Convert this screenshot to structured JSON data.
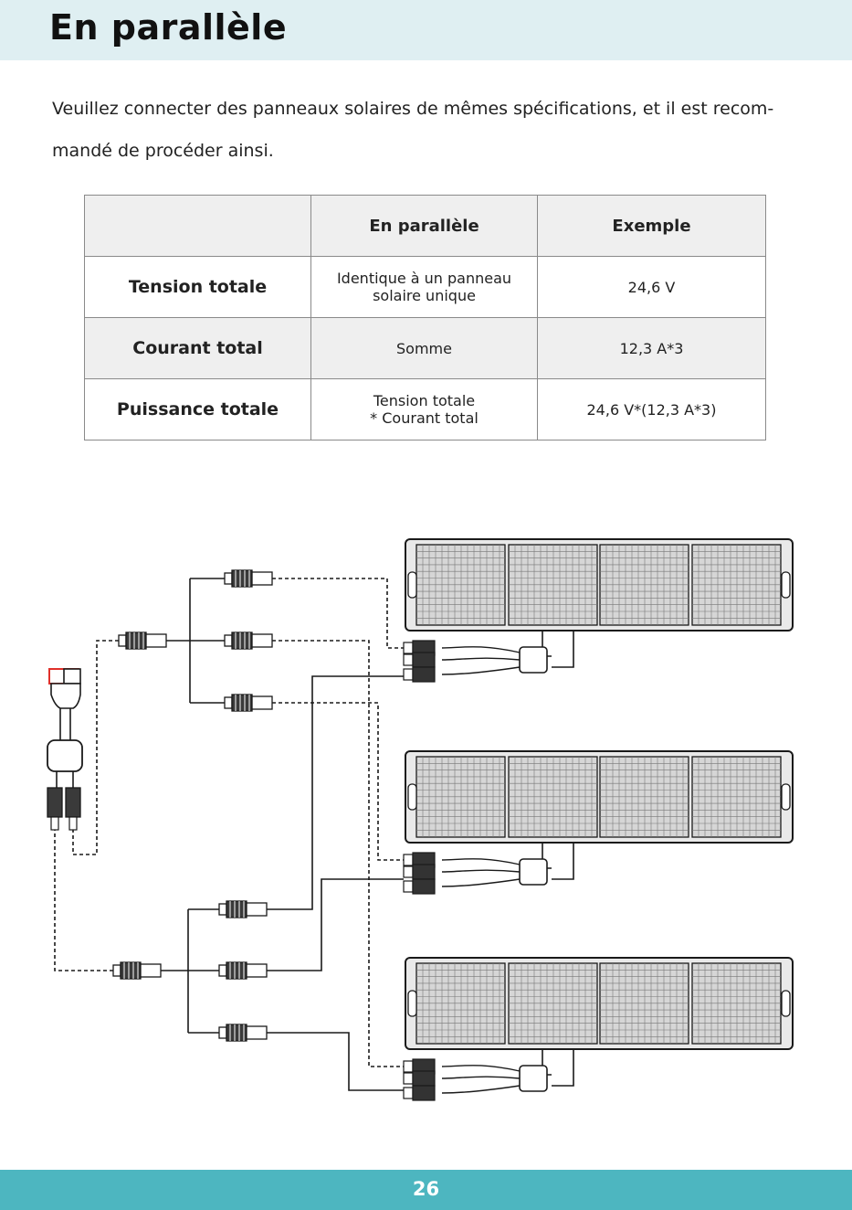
{
  "header": {
    "title": "En parallèle"
  },
  "intro": {
    "line1": "Veuillez connecter des panneaux solaires de mêmes spécifications, et il est recom-",
    "line2": "mandé de procéder ainsi."
  },
  "table": {
    "columns": [
      "",
      "En parallèle",
      "Exemple"
    ],
    "rows": [
      {
        "label": "Tension totale",
        "parallel": [
          "Identique à un panneau",
          "solaire unique"
        ],
        "example": "24,6 V"
      },
      {
        "label": "Courant total",
        "parallel": [
          "Somme"
        ],
        "example": "12,3 A*3"
      },
      {
        "label": "Puissance totale",
        "parallel": [
          "Tension totale",
          "* Courant total"
        ],
        "example": "24,6 V*(12,3 A*3)"
      }
    ]
  },
  "diagram": {
    "panel_count": 3,
    "line_color": "#1a1a1a",
    "panel_fill": "#e9e9e9",
    "cell_fill": "#d6d6d6",
    "accent_color": "#e0302a"
  },
  "footer": {
    "page_number": "26",
    "color": "#4db6c0"
  }
}
